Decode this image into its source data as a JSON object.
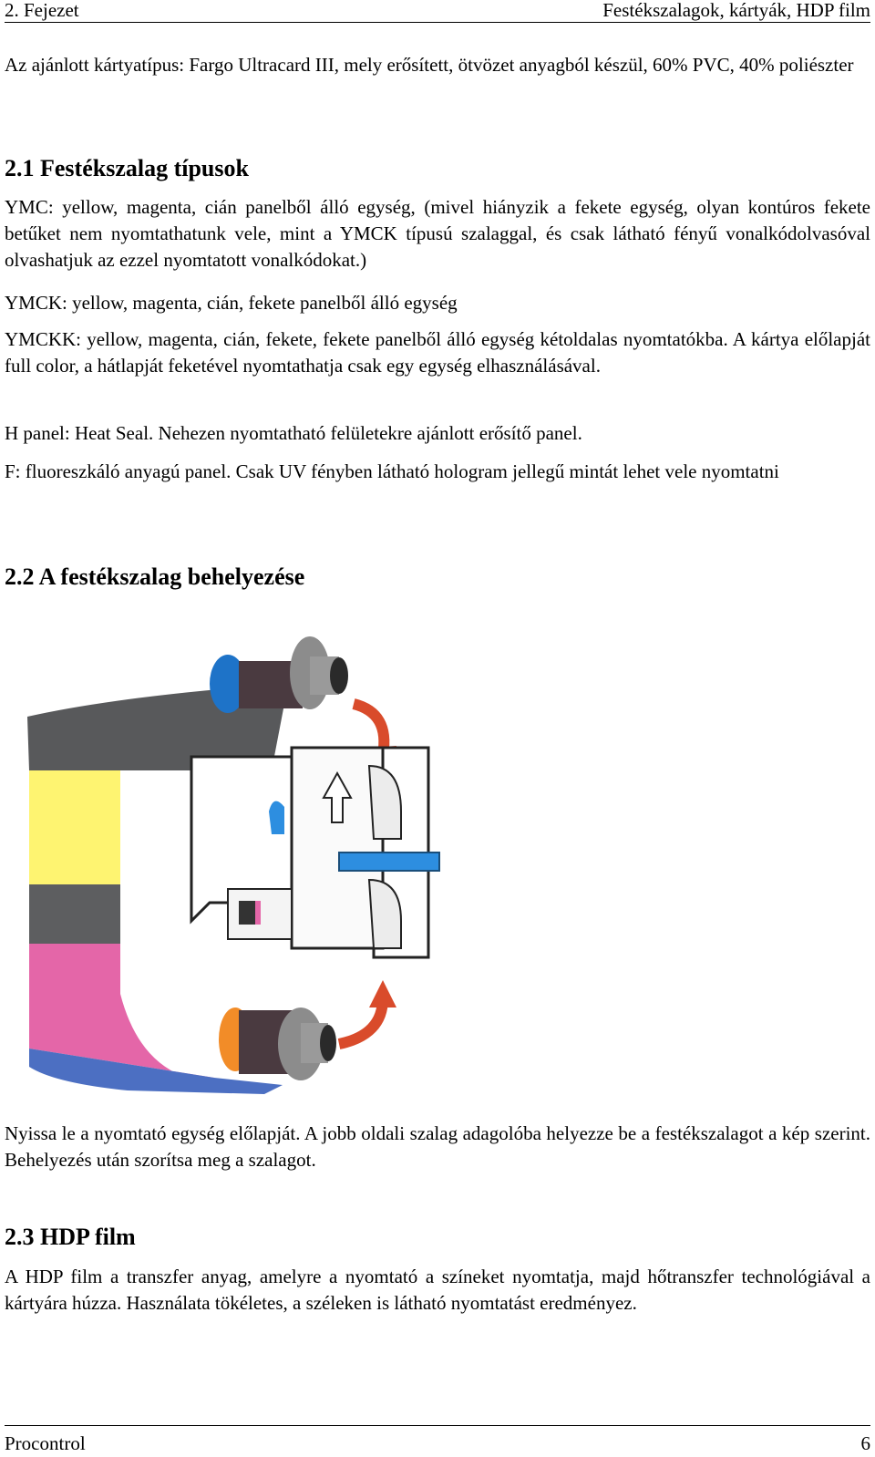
{
  "header": {
    "chapter": "2. Fejezet",
    "title": "Festékszalagok, kártyák, HDP film"
  },
  "intro": "Az ajánlott kártyatípus: Fargo Ultracard III, mely erősített, ötvözet anyagból készül, 60% PVC, 40% poliészter",
  "section_2_1": {
    "heading": "2.1 Festékszalag típusok",
    "ymc": "YMC: yellow, magenta, cián panelből álló egység, (mivel hiányzik a fekete egység, olyan kontúros fekete betűket nem nyomtathatunk vele, mint a YMCK típusú szalaggal, és csak látható fényű vonalkódolvasóval olvashatjuk az ezzel nyomtatott vonalkódokat.)",
    "ymck": "YMCK: yellow, magenta, cián, fekete panelből álló egység",
    "ymckk": "YMCKK: yellow, magenta, cián, fekete, fekete panelből álló egység kétoldalas nyomtatókba. A kártya előlapját full color, a hátlapját feketével nyomtathatja csak egy egység elhasználásával.",
    "h_panel": "H panel: Heat Seal. Nehezen nyomtatható felületekre ajánlott erősítő panel.",
    "f_panel": "F: fluoreszkáló anyagú panel. Csak UV fényben látható hologram jellegű mintát lehet vele nyomtatni"
  },
  "section_2_2": {
    "heading": "2.2 A festékszalag behelyezése",
    "text": "Nyissa le a nyomtató egység előlapját. A jobb oldali szalag adagolóba helyezze be a festékszalagot a kép szerint. Behelyezés után szorítsa meg a szalagot."
  },
  "section_2_3": {
    "heading": "2.3 HDP film",
    "text": "A HDP film a transzfer anyag, amelyre a nyomtató a színeket nyomtatja, majd hőtranszfer technológiával a kártyára húzza. Használata tökéletes, a széleken is látható nyomtatást eredményez."
  },
  "figure": {
    "colors": {
      "black_panel": "#58595b",
      "yellow_panel": "#fef471",
      "magenta_panel": "#e466a8",
      "cyan_panel": "#4c6fc2",
      "blue_cap": "#1e73c8",
      "orange_cap": "#f28c28",
      "arrow": "#d94b2b",
      "spool_dark": "#4a3a40",
      "spool_gray": "#8c8c8c",
      "blue_tab": "#2d8ee0"
    }
  },
  "footer": {
    "company": "Procontrol",
    "page": "6"
  }
}
